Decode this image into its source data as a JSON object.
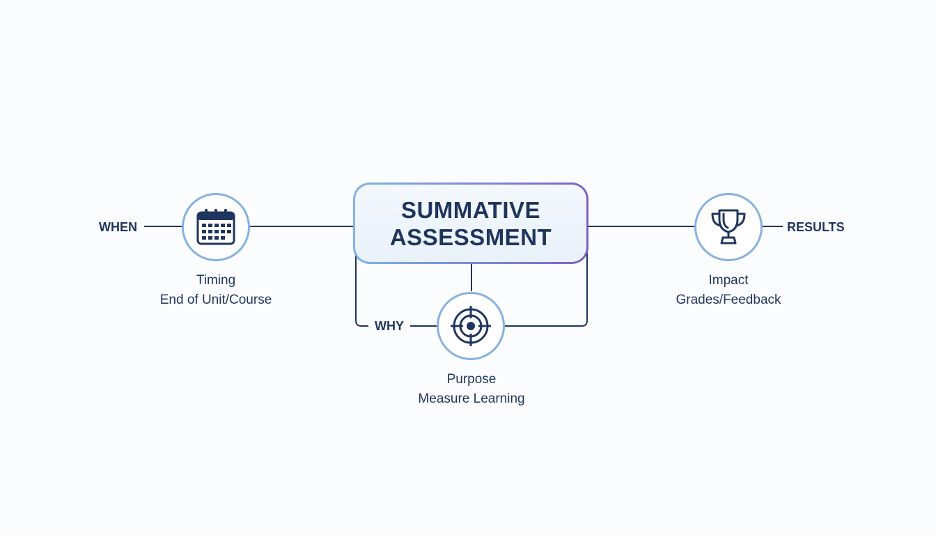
{
  "center": {
    "line1": "SUMMATIVE",
    "line2": "ASSESSMENT"
  },
  "when": {
    "tag": "WHEN",
    "icon": "calendar-icon",
    "caption_title": "Timing",
    "caption_sub": "End of Unit/Course"
  },
  "why": {
    "tag": "WHY",
    "icon": "target-icon",
    "caption_title": "Purpose",
    "caption_sub": "Measure Learning"
  },
  "results": {
    "tag": "RESULTS",
    "icon": "trophy-icon",
    "caption_title": "Impact",
    "caption_sub": "Grades/Feedback"
  },
  "colors": {
    "text": "#1f355e",
    "line": "#1f355e",
    "node_border": "#86b1de",
    "box_border_start": "#7eb4e6",
    "box_border_end": "#7d62c6"
  }
}
